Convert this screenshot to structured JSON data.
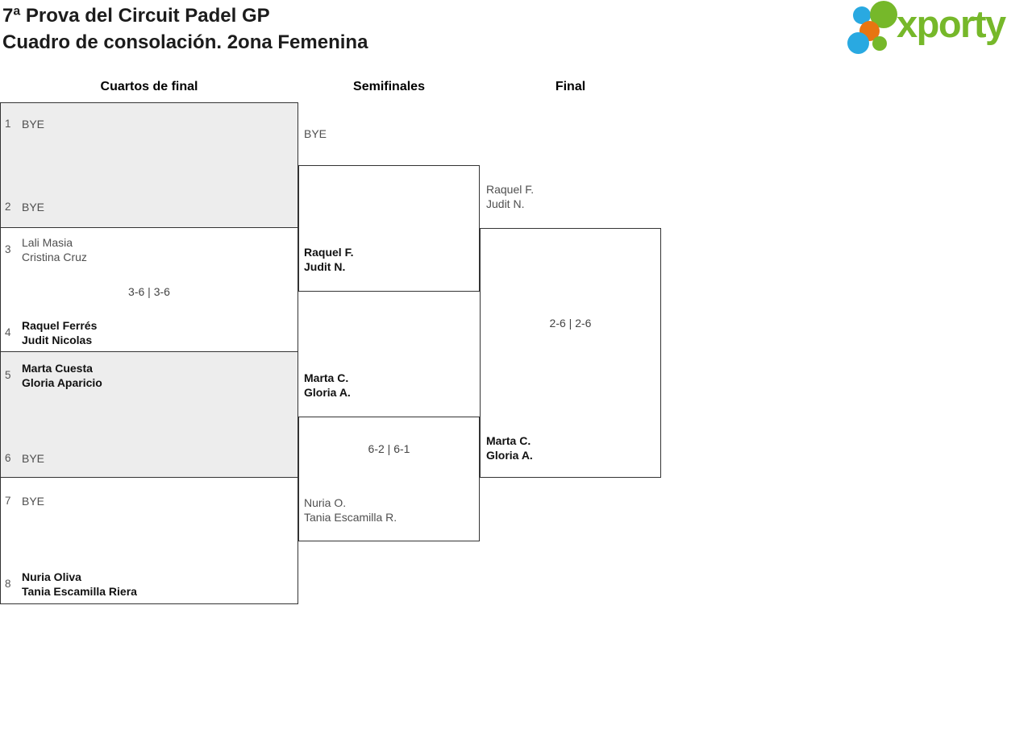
{
  "header": {
    "title_line1": "7ª Prova del Circuit Padel GP",
    "title_line2": "Cuadro de consolación. 2ona Femenina",
    "logo": {
      "wordmark": "xporty",
      "brand_green": "#76b82a",
      "brand_blue": "#29a9e1",
      "brand_orange": "#e87511"
    }
  },
  "columns": [
    {
      "label": "Cuartos de final"
    },
    {
      "label": "Semifinales"
    },
    {
      "label": "Final"
    }
  ],
  "bracket": {
    "quarterfinals": {
      "seats": [
        {
          "seed": "1",
          "line1": "BYE"
        },
        {
          "seed": "2",
          "line1": "BYE"
        },
        {
          "seed": "3",
          "line1": "Lali Masia",
          "line2": "Cristina Cruz"
        },
        {
          "seed": "4",
          "line1": "Raquel Ferrés",
          "line2": "Judit Nicolas",
          "winner": true
        },
        {
          "seed": "5",
          "line1": "Marta Cuesta",
          "line2": "Gloria Aparicio",
          "winner": true
        },
        {
          "seed": "6",
          "line1": "BYE"
        },
        {
          "seed": "7",
          "line1": "BYE"
        },
        {
          "seed": "8",
          "line1": "Nuria Oliva",
          "line2": "Tania Escamilla Riera",
          "winner": true
        }
      ],
      "match2_score": "3-6 | 3-6"
    },
    "semifinals": {
      "seats": [
        {
          "line1": "BYE"
        },
        {
          "line1": "Raquel F.",
          "line2": "Judit N.",
          "winner": true
        },
        {
          "line1": "Marta C.",
          "line2": "Gloria A.",
          "winner": true
        },
        {
          "line1": "Nuria O.",
          "line2": "Tania Escamilla R."
        }
      ],
      "match2_score": "6-2 | 6-1"
    },
    "final": {
      "seats": [
        {
          "line1": "Raquel F.",
          "line2": "Judit N."
        },
        {
          "line1": "Marta C.",
          "line2": "Gloria A.",
          "winner": true
        }
      ],
      "score": "2-6 | 2-6"
    }
  }
}
